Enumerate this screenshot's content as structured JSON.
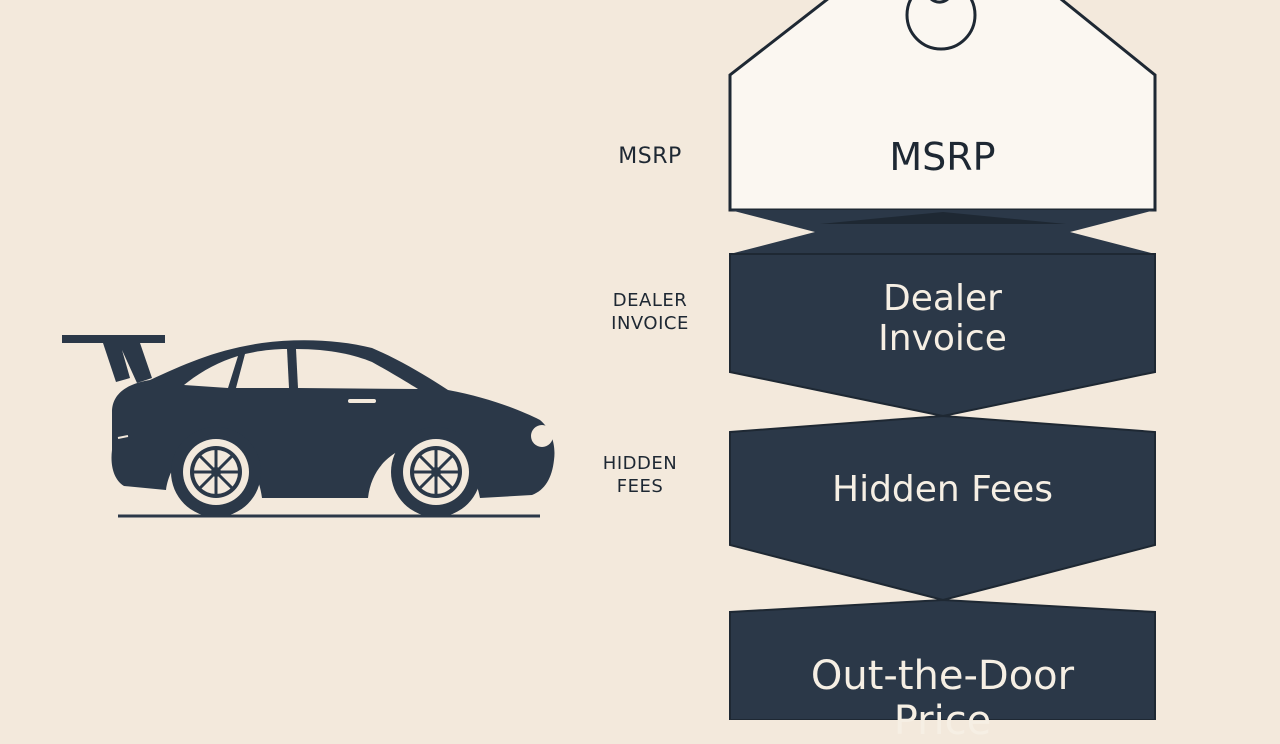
{
  "colors": {
    "background": "#f3e9dc",
    "dark": "#2b3848",
    "outline": "#1e2833",
    "tag_fill": "#fbf7f1",
    "light_text": "#f6efe4"
  },
  "car": {
    "icon": "sports-car-icon"
  },
  "stages": [
    {
      "side_label": "MSRP",
      "label": "MSRP",
      "style": "tag"
    },
    {
      "side_label": "DEALER\nINVOICE",
      "label": "Dealer\nInvoice",
      "style": "block"
    },
    {
      "side_label": "HIDDEN\nFEES",
      "label": "Hidden Fees",
      "style": "block"
    },
    {
      "side_label": "",
      "label": "Out-the-Door\nPrice",
      "style": "block"
    }
  ]
}
